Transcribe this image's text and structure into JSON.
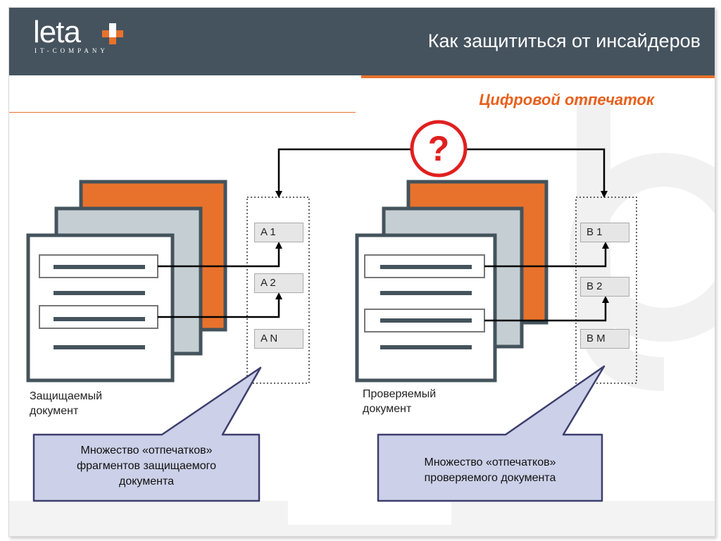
{
  "header": {
    "logo_main": "leta",
    "logo_sub": "IT-COMPANY",
    "title": "Как защититься от инсайдеров"
  },
  "subtitle": "Цифровой отпечаток",
  "question_mark": "?",
  "left": {
    "fingerprints": [
      "A 1",
      "A 2",
      "A N"
    ],
    "document_label_line1": "Защищаемый",
    "document_label_line2": "документ",
    "callout_line1": "Множество «отпечатков»",
    "callout_line2": "фрагментов защищаемого",
    "callout_line3": "документа"
  },
  "right": {
    "fingerprints": [
      "B 1",
      "B 2",
      "B M"
    ],
    "document_label_line1": "Проверяемый",
    "document_label_line2": "документ",
    "callout_line1": "Множество «отпечатков»",
    "callout_line2": "проверяемого документа"
  },
  "colors": {
    "header_bg": "#45535e",
    "accent_orange": "#e8722c",
    "doc_gray": "#c5cfd3",
    "doc_border": "#44535c",
    "callout_bg": "#ccd0e8",
    "callout_border": "#3e3e6e",
    "question_red": "#e02020"
  }
}
